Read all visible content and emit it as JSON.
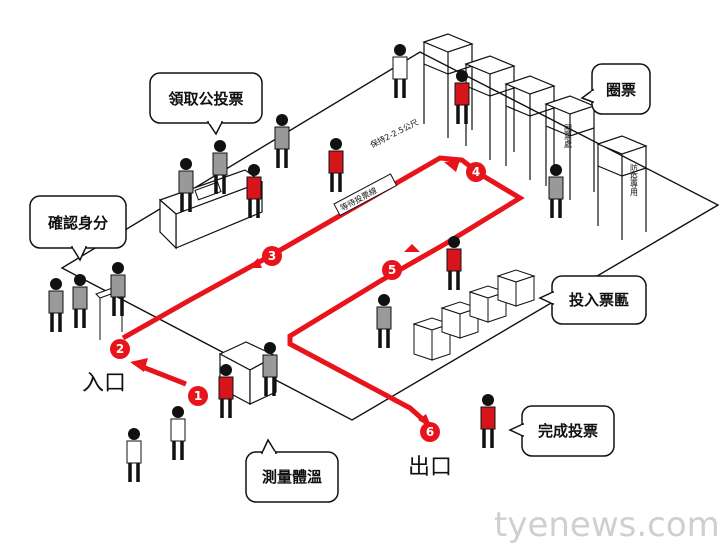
{
  "callouts": {
    "receive_ballot": "領取公投票",
    "ballot_booth": "圈票",
    "verify_identity": "確認身分",
    "cast_ballot": "投入票匭",
    "temperature": "測量體溫",
    "done": "完成投票"
  },
  "places": {
    "entrance": "入口",
    "exit": "出口"
  },
  "steps": [
    "1",
    "2",
    "3",
    "4",
    "5",
    "6"
  ],
  "distance_sign": "保持2-2.5公尺",
  "floor_sign": "等待投票線",
  "booth_sign_a": "圈票處",
  "booth_sign_b": "防疫專用",
  "watermark": "tyenews.com",
  "colors": {
    "route": "#e8141c",
    "ink": "#111111",
    "shirt_red": "#d6141c"
  }
}
